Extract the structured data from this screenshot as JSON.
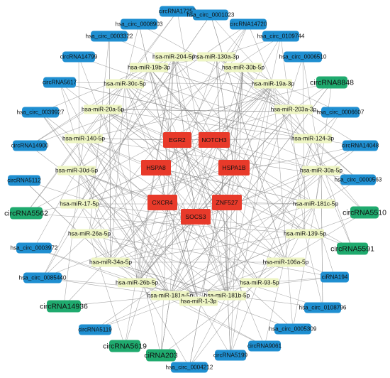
{
  "colors": {
    "circ_node": "#1f8fd1",
    "circ_node_highlight": "#1faa6e",
    "mirna_node": "#eef5c4",
    "gene_node": "#e83a2a",
    "edge": "#8a8a8a",
    "label": "#111111"
  },
  "nodes": {
    "circrnas": [
      {
        "id": "c1",
        "label": "circRNA17257"
      },
      {
        "id": "c2",
        "label": "hsa_circ_0001023"
      },
      {
        "id": "c3",
        "label": "circRNA14720"
      },
      {
        "id": "c4",
        "label": "hsa_circ_0109744"
      },
      {
        "id": "c5",
        "label": "hsa_circ_0006510"
      },
      {
        "id": "c6",
        "label": "circRNA8848",
        "highlight": true
      },
      {
        "id": "c7",
        "label": "hsa_circ_0006607"
      },
      {
        "id": "c8",
        "label": "circRNA14048"
      },
      {
        "id": "c9",
        "label": "hsa_circ_0000563"
      },
      {
        "id": "c10",
        "label": "circRNA5510",
        "highlight": true
      },
      {
        "id": "c11",
        "label": "circRNA5591",
        "highlight": true
      },
      {
        "id": "c12",
        "label": "ciRNA194"
      },
      {
        "id": "c13",
        "label": "hsa_circ_0108796"
      },
      {
        "id": "c14",
        "label": "hsa_circ_0005309"
      },
      {
        "id": "c15",
        "label": "circRNA9061"
      },
      {
        "id": "c16",
        "label": "circRNA5199"
      },
      {
        "id": "c17",
        "label": "hsa_circ_0004212"
      },
      {
        "id": "c18",
        "label": "ciRNA203",
        "highlight": true
      },
      {
        "id": "c19",
        "label": "circRNA5619",
        "highlight": true
      },
      {
        "id": "c20",
        "label": "circRNA5119"
      },
      {
        "id": "c21",
        "label": "circRNA14936",
        "highlight": true
      },
      {
        "id": "c22",
        "label": "hsa_circ_0085440"
      },
      {
        "id": "c23",
        "label": "hsa_circ_0003972"
      },
      {
        "id": "c24",
        "label": "circRNA5562",
        "highlight": true
      },
      {
        "id": "c25",
        "label": "circRNA5112"
      },
      {
        "id": "c26",
        "label": "circRNA14900"
      },
      {
        "id": "c27",
        "label": "hsa_circ_0039927"
      },
      {
        "id": "c28",
        "label": "circRNA5617"
      },
      {
        "id": "c29",
        "label": "circRNA14799"
      },
      {
        "id": "c30",
        "label": "hsa_circ_0003322"
      },
      {
        "id": "c31",
        "label": "hsa_circ_0008903"
      }
    ],
    "mirnas": [
      {
        "id": "m1",
        "label": "hsa-miR-204-5p"
      },
      {
        "id": "m2",
        "label": "hsa-miR-130a-3p"
      },
      {
        "id": "m3",
        "label": "hsa-miR-19b-3p"
      },
      {
        "id": "m4",
        "label": "hsa-miR-30b-5p"
      },
      {
        "id": "m5",
        "label": "hsa-miR-30c-5p"
      },
      {
        "id": "m6",
        "label": "hsa-miR-19a-3p"
      },
      {
        "id": "m7",
        "label": "hsa-miR-20a-5p"
      },
      {
        "id": "m8",
        "label": "hsa-miR-203a-3p"
      },
      {
        "id": "m9",
        "label": "hsa-miR-140-5p"
      },
      {
        "id": "m10",
        "label": "hsa-miR-124-3p"
      },
      {
        "id": "m11",
        "label": "hsa-miR-30d-5p"
      },
      {
        "id": "m12",
        "label": "hsa-miR-30a-5p"
      },
      {
        "id": "m13",
        "label": "hsa-miR-17-5p"
      },
      {
        "id": "m14",
        "label": "hsa-miR-181c-5p"
      },
      {
        "id": "m15",
        "label": "hsa-miR-26a-5p"
      },
      {
        "id": "m16",
        "label": "hsa-miR-139-5p"
      },
      {
        "id": "m17",
        "label": "hsa-miR-34a-5p"
      },
      {
        "id": "m18",
        "label": "hsa-miR-106a-5p"
      },
      {
        "id": "m19",
        "label": "hsa-miR-26b-5p"
      },
      {
        "id": "m20",
        "label": "hsa-miR-93-5p"
      },
      {
        "id": "m21",
        "label": "hsa-miR-181a-5p"
      },
      {
        "id": "m22",
        "label": "hsa-miR-181b-5p"
      },
      {
        "id": "m23",
        "label": "hsa-miR-1-3p"
      }
    ],
    "genes": [
      {
        "id": "g1",
        "label": "EGR2"
      },
      {
        "id": "g2",
        "label": "NOTCH3"
      },
      {
        "id": "g3",
        "label": "HSPA8"
      },
      {
        "id": "g4",
        "label": "HSPA1B"
      },
      {
        "id": "g5",
        "label": "CXCR4"
      },
      {
        "id": "g6",
        "label": "ZNF527"
      },
      {
        "id": "g7",
        "label": "SOCS3"
      }
    ]
  }
}
